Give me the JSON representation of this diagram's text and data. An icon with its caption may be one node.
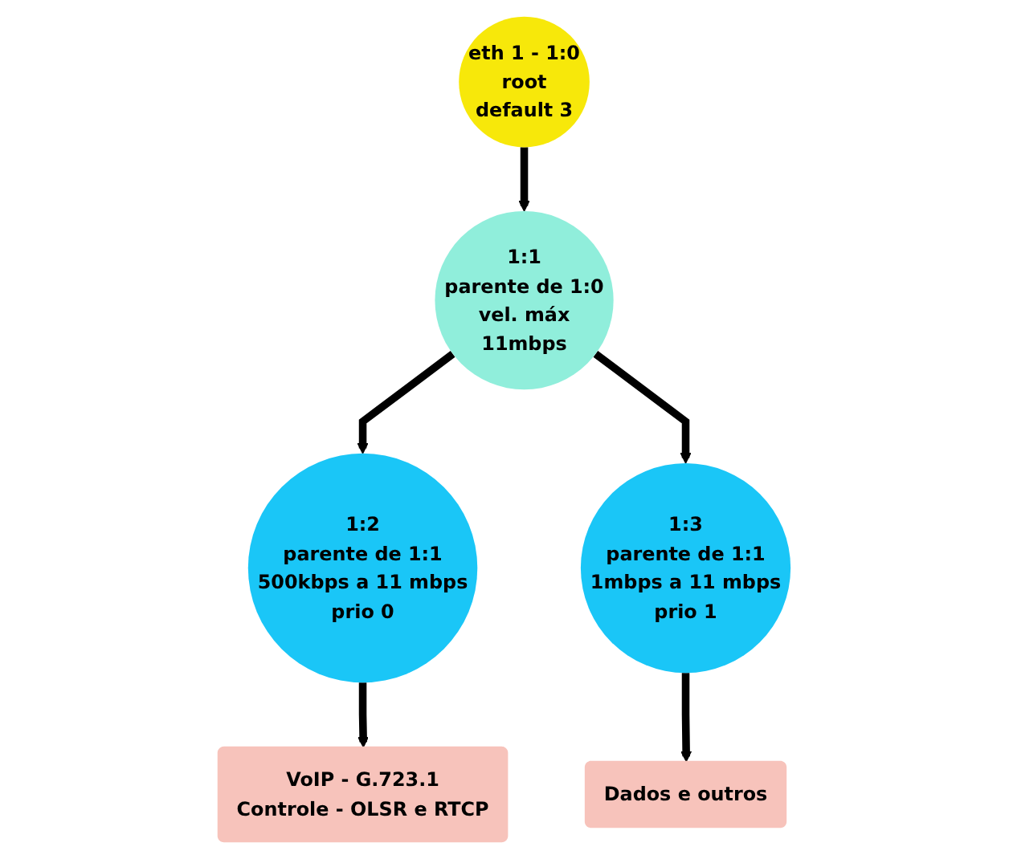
{
  "diagram": {
    "nodes": [
      {
        "text": [
          "eth 1 - 1:0",
          "root",
          "default 3"
        ]
      },
      {
        "text": [
          "1:1",
          "parente de 1:0",
          "vel. máx",
          "11mbps"
        ]
      },
      {
        "text": [
          "1:2",
          "parente de 1:1",
          "500kbps a 11 mbps",
          "prio 0"
        ]
      },
      {
        "text": [
          "1:3",
          "parente de 1:1",
          "1mbps a 11 mbps",
          "prio 1"
        ]
      },
      {
        "text": [
          "VoIP - G.723.1",
          "Controle - OLSR e RTCP"
        ]
      },
      {
        "text": [
          "Dados e outros"
        ]
      }
    ],
    "edges": [
      {
        "from": 0,
        "to": 1,
        "arrow": "to"
      },
      {
        "from": 1,
        "to": 2,
        "arrow": "to"
      },
      {
        "from": 1,
        "to": 3,
        "arrow": "to"
      },
      {
        "from": 2,
        "to": 4,
        "arrow": "to"
      },
      {
        "from": 3,
        "to": 5,
        "arrow": "to"
      }
    ]
  }
}
